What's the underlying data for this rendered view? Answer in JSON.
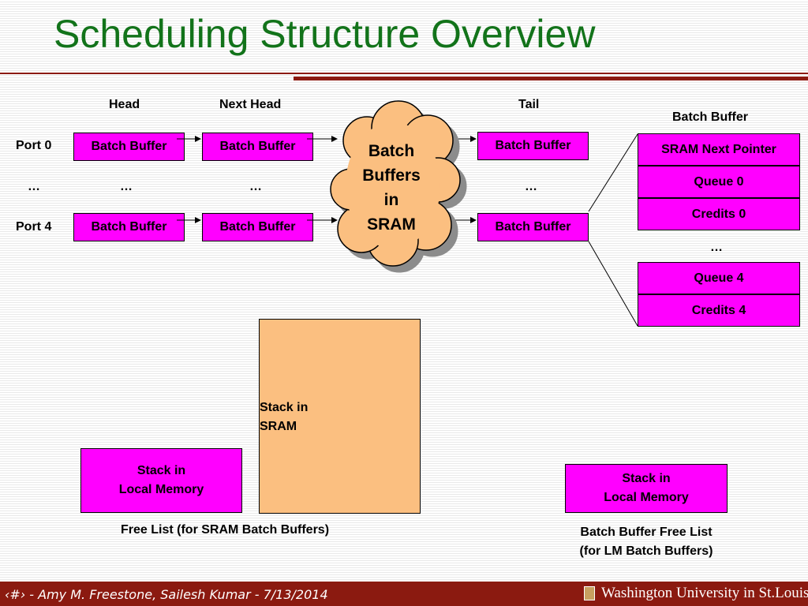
{
  "title": "Scheduling Structure Overview",
  "columns": {
    "head": "Head",
    "next_head": "Next Head",
    "tail": "Tail"
  },
  "ports": {
    "port0": "Port 0",
    "port4": "Port 4",
    "ellipsis": "…"
  },
  "batch_buffer_label": "Batch Buffer",
  "cloud": {
    "line1": "Batch",
    "line2": "Buffers",
    "line3": "in",
    "line4": "SRAM"
  },
  "detail": {
    "heading": "Batch Buffer",
    "fields": [
      "SRAM Next Pointer",
      "Queue 0",
      "Credits 0",
      "Queue 4",
      "Credits 4"
    ],
    "ellipsis": "…"
  },
  "stacks": {
    "sram_line1": "Stack in",
    "sram_line2": "SRAM",
    "lm_line1": "Stack in",
    "lm_line2": "Local Memory"
  },
  "captions": {
    "free_list": "Free List (for SRAM Batch Buffers)",
    "bb_free_list_line1": "Batch Buffer Free List",
    "bb_free_list_line2": "(for LM Batch Buffers)"
  },
  "footer": {
    "left": "‹#› - Amy M. Freestone, Sailesh Kumar - 7/13/2014",
    "right": "Washington University in St.Louis"
  },
  "colors": {
    "title_green": "#12731a",
    "magenta": "#ff00ff",
    "peach": "#fbbf80",
    "maroon": "#8b1a10"
  }
}
